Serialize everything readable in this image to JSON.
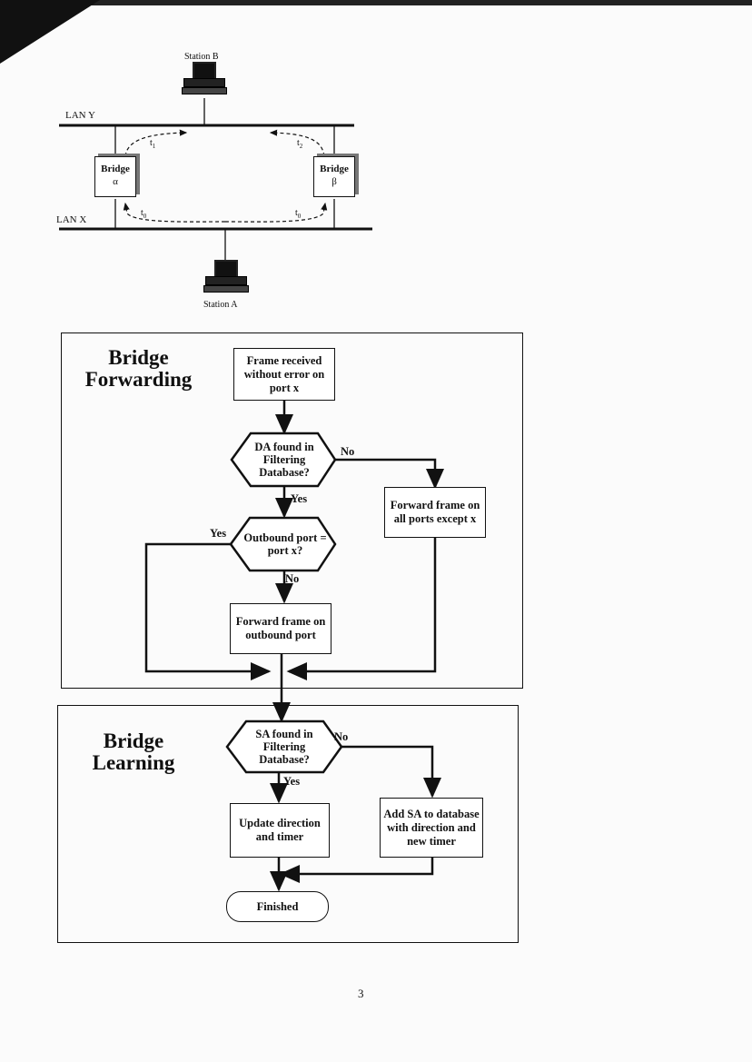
{
  "network": {
    "station_b": "Station B",
    "station_a": "Station A",
    "lan_y": "LAN Y",
    "lan_x": "LAN X",
    "bridge_alpha": {
      "line1": "Bridge",
      "line2": "α"
    },
    "bridge_beta": {
      "line1": "Bridge",
      "line2": "β"
    },
    "t1": "t",
    "t1_sub": "1",
    "t2": "t",
    "t2_sub": "2",
    "t0": "t",
    "t0_sub": "0",
    "t0b": "t",
    "t0b_sub": "0"
  },
  "forwarding": {
    "title_line1": "Bridge",
    "title_line2": "Forwarding",
    "start": "Frame received without error on port x",
    "decision_da": "DA found in Filtering Database?",
    "no1": "No",
    "yes1": "Yes",
    "all_ports": "Forward frame on all ports except x",
    "decision_port": "Outbound port = port x?",
    "yes2": "Yes",
    "no2": "No",
    "forward_outbound": "Forward frame on outbound port"
  },
  "learning": {
    "title_line1": "Bridge",
    "title_line2": "Learning",
    "decision_sa": "SA found in Filtering Database?",
    "no": "No",
    "yes": "Yes",
    "update": "Update direction and timer",
    "add_sa": "Add SA to database with direction and new timer",
    "finished": "Finished"
  },
  "page_number": "3"
}
